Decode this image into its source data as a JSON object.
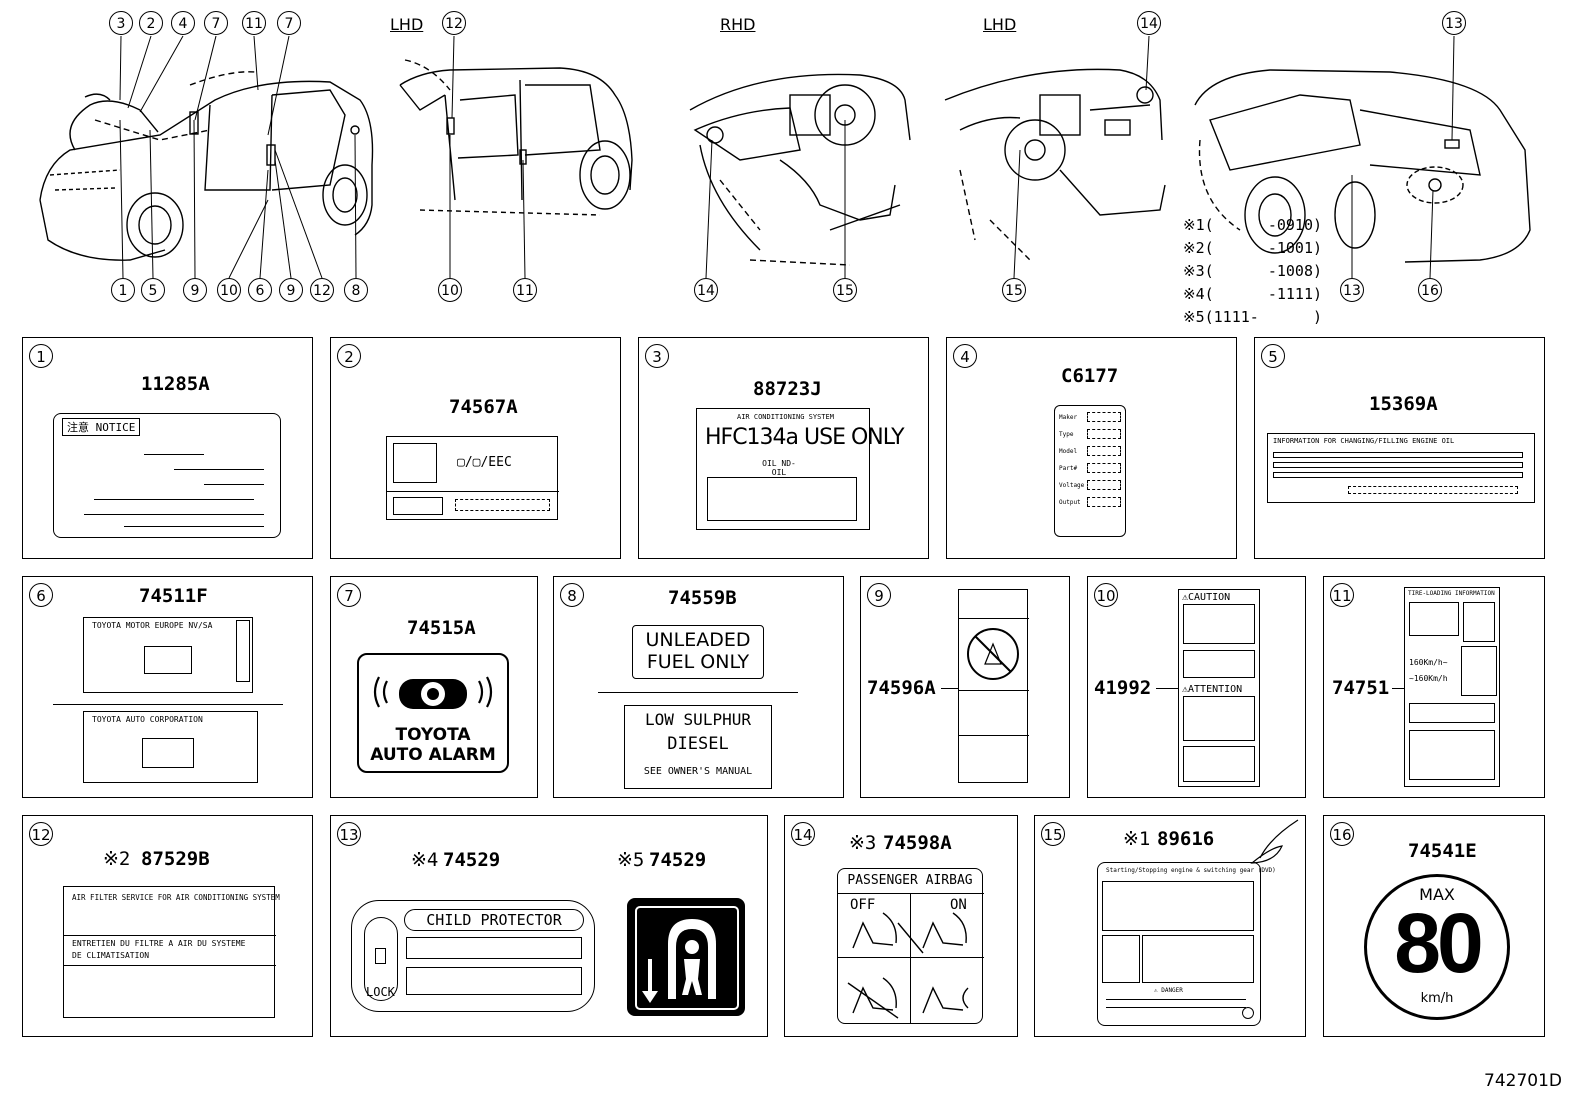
{
  "headers": {
    "lhd1": "LHD",
    "rhd": "RHD",
    "lhd2": "LHD"
  },
  "callouts_top": [
    "3",
    "2",
    "4",
    "7",
    "11",
    "7",
    "12",
    "14",
    "13"
  ],
  "callouts_bottom": [
    "1",
    "5",
    "9",
    "10",
    "6",
    "9",
    "12",
    "8",
    "10",
    "11",
    "14",
    "15",
    "15",
    "13",
    "16"
  ],
  "refs": [
    {
      "mark": "※1",
      "text": "(      -0910)"
    },
    {
      "mark": "※2",
      "text": "(      -1001)"
    },
    {
      "mark": "※3",
      "text": "(      -1008)"
    },
    {
      "mark": "※4",
      "text": "(      -1111)"
    },
    {
      "mark": "※5",
      "text": "(1111-      )"
    }
  ],
  "panels": {
    "p1": {
      "num": "1",
      "part": "11285A",
      "notice": "注意 NOTICE"
    },
    "p2": {
      "num": "2",
      "part": "74567A",
      "eec": "▢/▢/EEC"
    },
    "p3": {
      "num": "3",
      "part": "88723J",
      "sys": "AIR CONDITIONING SYSTEM",
      "hfc": "HFC134a USE ONLY",
      "oil": "OIL ND-OIL"
    },
    "p4": {
      "num": "4",
      "part": "C6177",
      "rows": [
        "Maker",
        "Type",
        "Model",
        "Part#",
        "Voltage",
        "Output"
      ]
    },
    "p5": {
      "num": "5",
      "part": "15369A",
      "info": "INFORMATION FOR CHANGING/FILLING ENGINE OIL"
    },
    "p6": {
      "num": "6",
      "part": "74511F",
      "l1": "TOYOTA MOTOR EUROPE NV/SA",
      "l2": "TOYOTA AUTO CORPORATION"
    },
    "p7": {
      "num": "7",
      "part": "74515A",
      "t1": "TOYOTA",
      "t2": "AUTO ALARM"
    },
    "p8": {
      "num": "8",
      "part": "74559B",
      "u1": "UNLEADED",
      "u2": "FUEL ONLY",
      "d1": "LOW SULPHUR",
      "d2": "DIESEL",
      "d3": "SEE OWNER'S MANUAL"
    },
    "p9": {
      "num": "9",
      "part": "74596A"
    },
    "p10": {
      "num": "10",
      "part": "41992",
      "caution": "⚠CAUTION",
      "attention": "⚠ATTENTION"
    },
    "p11": {
      "num": "11",
      "part": "74751",
      "head": "TIRE-LOADING INFORMATION",
      "s1": "160Km/h~",
      "s2": "~160Km/h"
    },
    "p12": {
      "num": "12",
      "mark": "※2",
      "part": "87529B",
      "t1": "AIR FILTER SERVICE FOR AIR CONDITIONING SYSTEM",
      "t2": "ENTRETIEN DU FILTRE A AIR DU SYSTEME",
      "t3": "DE CLIMATISATION"
    },
    "p13": {
      "num": "13",
      "mark4": "※4",
      "part4": "74529",
      "mark5": "※5",
      "part5": "74529",
      "child": "CHILD PROTECTOR",
      "lock": "LOCK"
    },
    "p14": {
      "num": "14",
      "mark": "※3",
      "part": "74598A",
      "title": "PASSENGER AIRBAG",
      "off": "OFF",
      "on": "ON"
    },
    "p15": {
      "num": "15",
      "mark": "※1",
      "part": "89616",
      "head": "Starting/Stopping engine & switching gear (DVD)",
      "danger": "⚠ DANGER"
    },
    "p16": {
      "num": "16",
      "part": "74541E",
      "max": "MAX",
      "speed": "80",
      "unit": "km/h"
    }
  },
  "footer": "742701D"
}
